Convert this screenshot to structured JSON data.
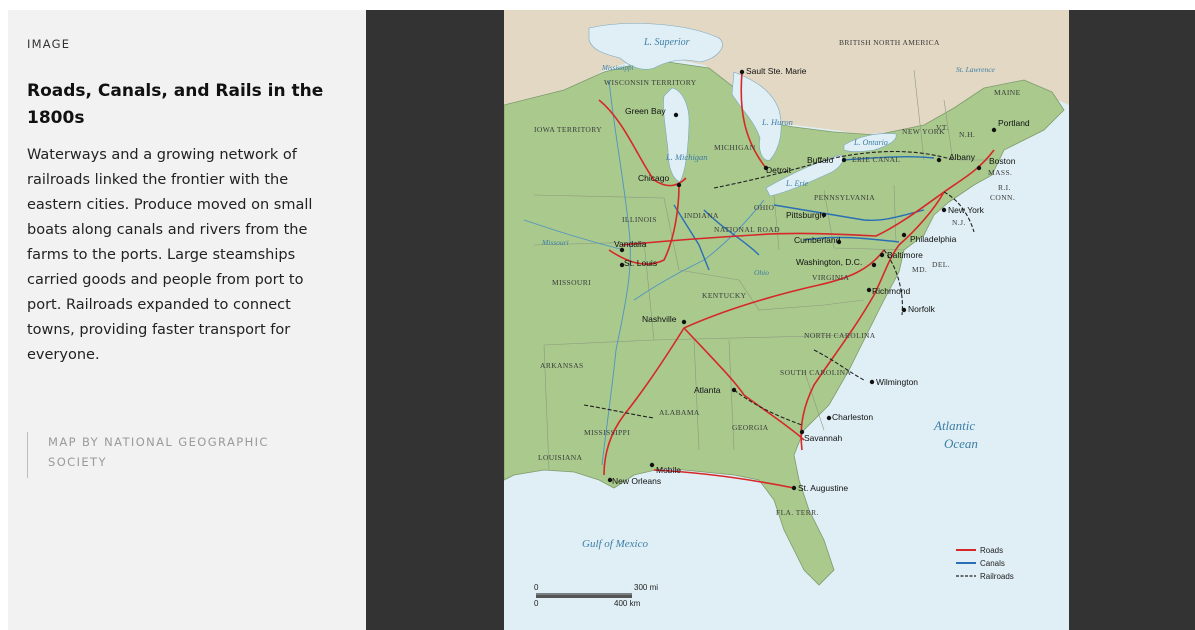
{
  "article": {
    "eyebrow": "IMAGE",
    "title": "Roads, Canals, and Rails in the 1800s",
    "body": "Waterways and a growing network of railroads linked the frontier with the eastern cities. Produce moved on small boats along canals and rivers from the farms to the ports. Large steamships carried goods and people from port to port. Railroads expanded to connect towns, providing faster transport for everyone.",
    "credit": "MAP BY NATIONAL GEOGRAPHIC SOCIETY"
  },
  "map": {
    "cities": {
      "sault_ste_marie": "Sault Ste. Marie",
      "green_bay": "Green Bay",
      "portland": "Portland",
      "chicago": "Chicago",
      "detroit": "Detroit",
      "buffalo": "Buffalo",
      "albany": "Albany",
      "boston": "Boston",
      "new_york": "New York",
      "philadelphia": "Philadelphia",
      "pittsburgh": "Pittsburgh",
      "cumberland": "Cumberland",
      "baltimore": "Baltimore",
      "washington": "Washington, D.C.",
      "vandalia": "Vandalia",
      "st_louis": "St. Louis",
      "richmond": "Richmond",
      "norfolk": "Norfolk",
      "nashville": "Nashville",
      "wilmington": "Wilmington",
      "atlanta": "Atlanta",
      "charleston": "Charleston",
      "savannah": "Savannah",
      "mobile": "Mobile",
      "new_orleans": "New Orleans",
      "st_augustine": "St. Augustine"
    },
    "regions": {
      "british_north_america": "BRITISH NORTH AMERICA",
      "wisconsin_territory": "WISCONSIN TERRITORY",
      "iowa_territory": "IOWA TERRITORY",
      "michigan": "MICHIGAN",
      "maine": "MAINE",
      "vt": "VT.",
      "nh": "N.H.",
      "new_york_state": "NEW YORK",
      "mass": "MASS.",
      "ri": "R.I.",
      "conn": "CONN.",
      "nj": "N.J.",
      "pennsylvania": "PENNSYLVANIA",
      "ohio": "OHIO",
      "indiana": "INDIANA",
      "illinois": "ILLINOIS",
      "md": "MD.",
      "del": "DEL.",
      "virginia": "VIRGINIA",
      "missouri": "MISSOURI",
      "kentucky": "KENTUCKY",
      "north_carolina": "NORTH CAROLINA",
      "south_carolina": "SOUTH CAROLINA",
      "arkansas": "ARKANSAS",
      "alabama": "ALABAMA",
      "georgia": "GEORGIA",
      "mississippi": "MISSISSIPPI",
      "louisiana": "LOUISIANA",
      "fla_terr": "FLA. TERR."
    },
    "water": {
      "l_superior": "L. Superior",
      "l_michigan": "L. Michigan",
      "l_huron": "L. Huron",
      "l_ontario": "L. Ontario",
      "l_erie": "L. Erie",
      "st_lawrence": "St. Lawrence",
      "mississippi_river": "Mississippi",
      "missouri_river": "Missouri",
      "ohio_river": "Ohio",
      "erie_canal": "ERIE CANAL",
      "national_road": "NATIONAL ROAD",
      "atlantic_ocean_1": "Atlantic",
      "atlantic_ocean_2": "Ocean",
      "gulf_of_mexico": "Gulf of Mexico"
    },
    "scale": {
      "mi_zero": "0",
      "mi_label": "300 mi",
      "km_zero": "0",
      "km_label": "400 km"
    },
    "legend": {
      "roads": "Roads",
      "canals": "Canals",
      "railroads": "Railroads"
    },
    "colors": {
      "land_us": "#a9c98d",
      "land_foreign": "#e3d8c3",
      "water": "#dfeff5",
      "road": "#d62828",
      "canal": "#2a6fb5",
      "railroad": "#222222",
      "border": "#8d9a7f"
    }
  }
}
